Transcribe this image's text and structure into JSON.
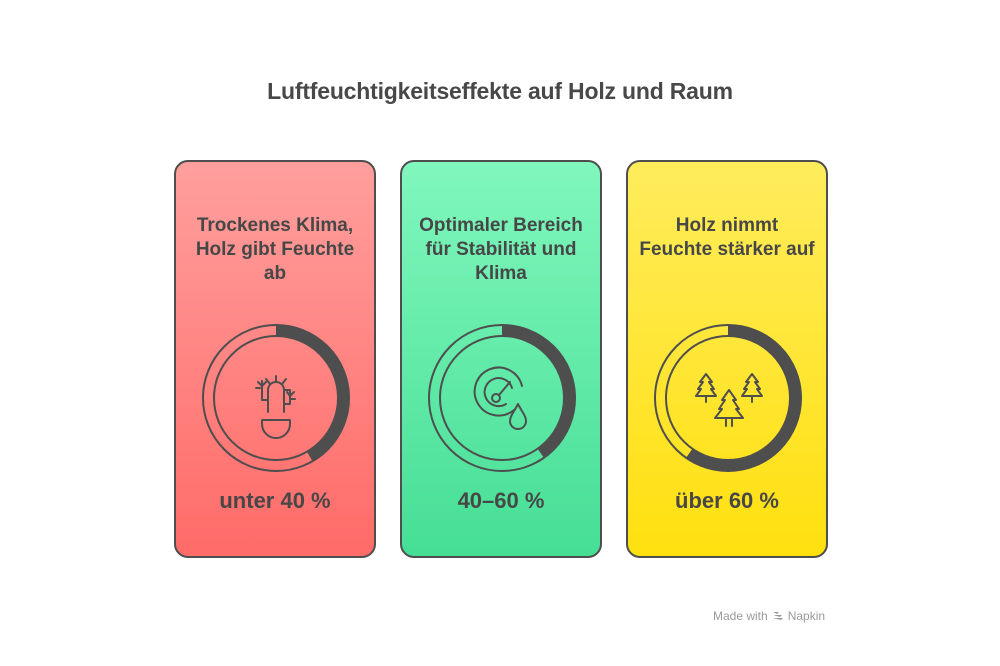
{
  "title": "Luftfeuchtigkeitseffekte auf Holz und Raum",
  "cards": [
    {
      "label": "Trockenes Klima, Holz gibt Feuchte ab",
      "value": "unter 40 %",
      "icon": "cactus-icon",
      "color_top": "#ff9f9d",
      "color_bottom": "#ff6b68",
      "ring_fill_degrees": 150
    },
    {
      "label": "Optimaler Bereich für Stabilität und Klima",
      "value": "40–60 %",
      "icon": "hygrometer-drop-icon",
      "color_top": "#80f7bd",
      "color_bottom": "#46de95",
      "ring_fill_degrees": 145
    },
    {
      "label": "Holz nimmt Feuchte stärker auf",
      "value": "über 60 %",
      "icon": "trees-icon",
      "color_top": "#ffec5c",
      "color_bottom": "#ffe00f",
      "ring_fill_degrees": 215
    }
  ],
  "footer": {
    "made_with": "Made with",
    "brand": "Napkin"
  },
  "colors": {
    "text": "#474747",
    "outline": "#4e4e4e",
    "footer_text": "#9a9a9a"
  }
}
